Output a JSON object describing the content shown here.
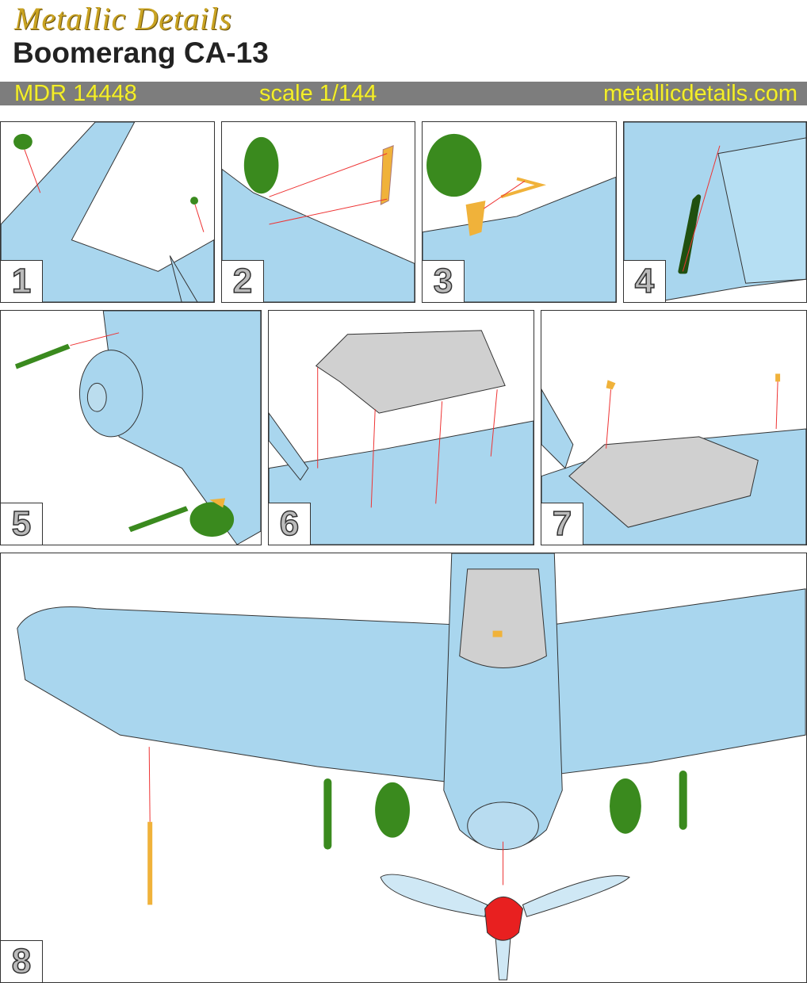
{
  "brand": "Metallic Details",
  "title": "Boomerang CA-13",
  "bar": {
    "code": "MDR 14448",
    "scale": "scale 1/144",
    "site": "metallicdetails.com"
  },
  "colors": {
    "part_blue": "#a9d6ee",
    "resin_green": "#3a8a1e",
    "etch_orange": "#f0b23a",
    "canopy_gray": "#c8c8c8",
    "spinner_red": "#e82020",
    "bar_bg": "#7d7d7d",
    "bar_text": "#f3ee2c"
  },
  "steps": [
    "1",
    "2",
    "3",
    "4",
    "5",
    "6",
    "7",
    "8"
  ]
}
